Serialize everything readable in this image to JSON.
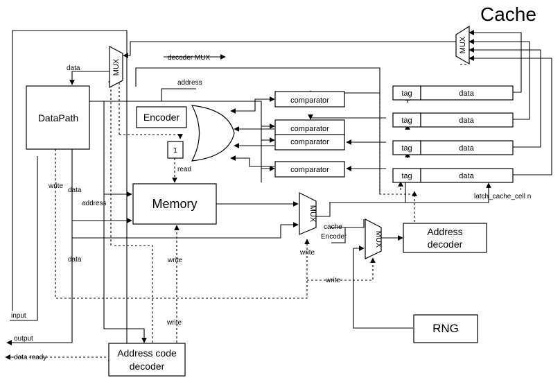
{
  "title": "Cache",
  "blocks": {
    "datapath": "DataPath",
    "encoder": "Encoder",
    "constant": "1",
    "memory": "Memory",
    "address_decoder_line1": "Address",
    "address_decoder_line2": "decoder",
    "address_code_decoder_line1": "Address code",
    "address_code_decoder_line2": "decoder",
    "rng": "RNG",
    "mux": "MUX",
    "comparator": "comparator",
    "tag": "tag",
    "data": "data"
  },
  "labels": {
    "data": "data",
    "decoder_mux": "decoder MUX",
    "address": "address",
    "read": "read",
    "write": "write",
    "input": "input",
    "output": "output",
    "data_ready": "data ready",
    "cache_encoder_line1": "cache",
    "cache_encoder_line2": "Encoder",
    "latch_cache_cell": "latch_cache_cell n"
  },
  "colors": {
    "stroke": "#000000",
    "background": "#ffffff"
  }
}
